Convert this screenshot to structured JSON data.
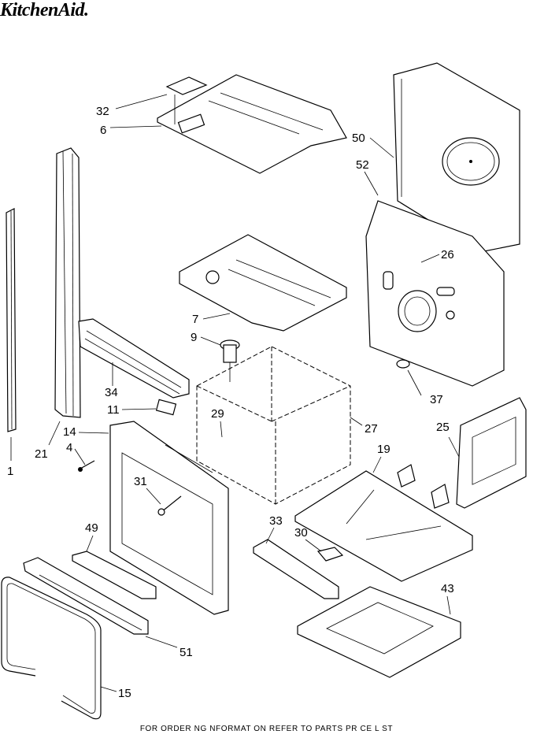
{
  "brand": "KitchenAid.",
  "footer": "FOR ORDER NG  NFORMAT ON REFER TO PARTS PR CE L ST",
  "callouts": [
    "32",
    "6",
    "50",
    "52",
    "26",
    "1",
    "21",
    "14",
    "4",
    "34",
    "11",
    "7",
    "9",
    "29",
    "27",
    "37",
    "25",
    "19",
    "31",
    "33",
    "30",
    "49",
    "43",
    "51",
    "15"
  ]
}
